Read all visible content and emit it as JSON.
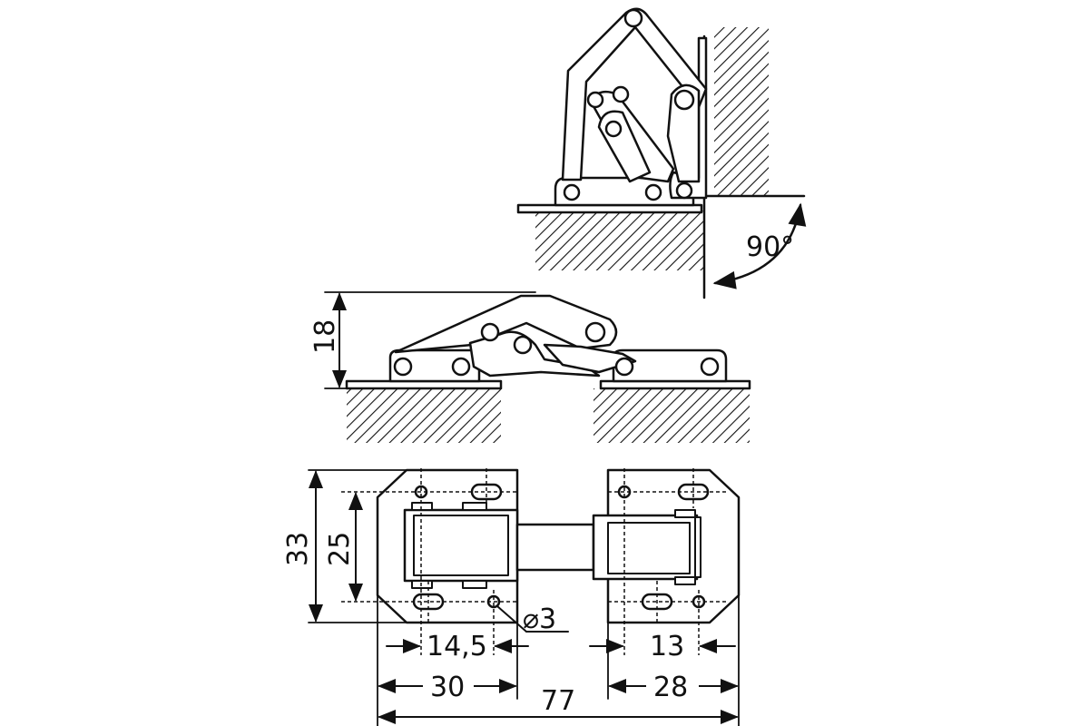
{
  "diagram": {
    "side_view": {
      "angle_label": "90°"
    },
    "closed_view": {
      "height_label": "18"
    },
    "top_view": {
      "outer_height_label": "33",
      "hole_spacing_label": "25",
      "hole_diameter_label": "⌀3",
      "left_hole_offset_label": "14,5",
      "right_hole_offset_label": "13",
      "left_plate_width_label": "30",
      "right_plate_width_label": "28",
      "total_width_label": "77"
    }
  }
}
